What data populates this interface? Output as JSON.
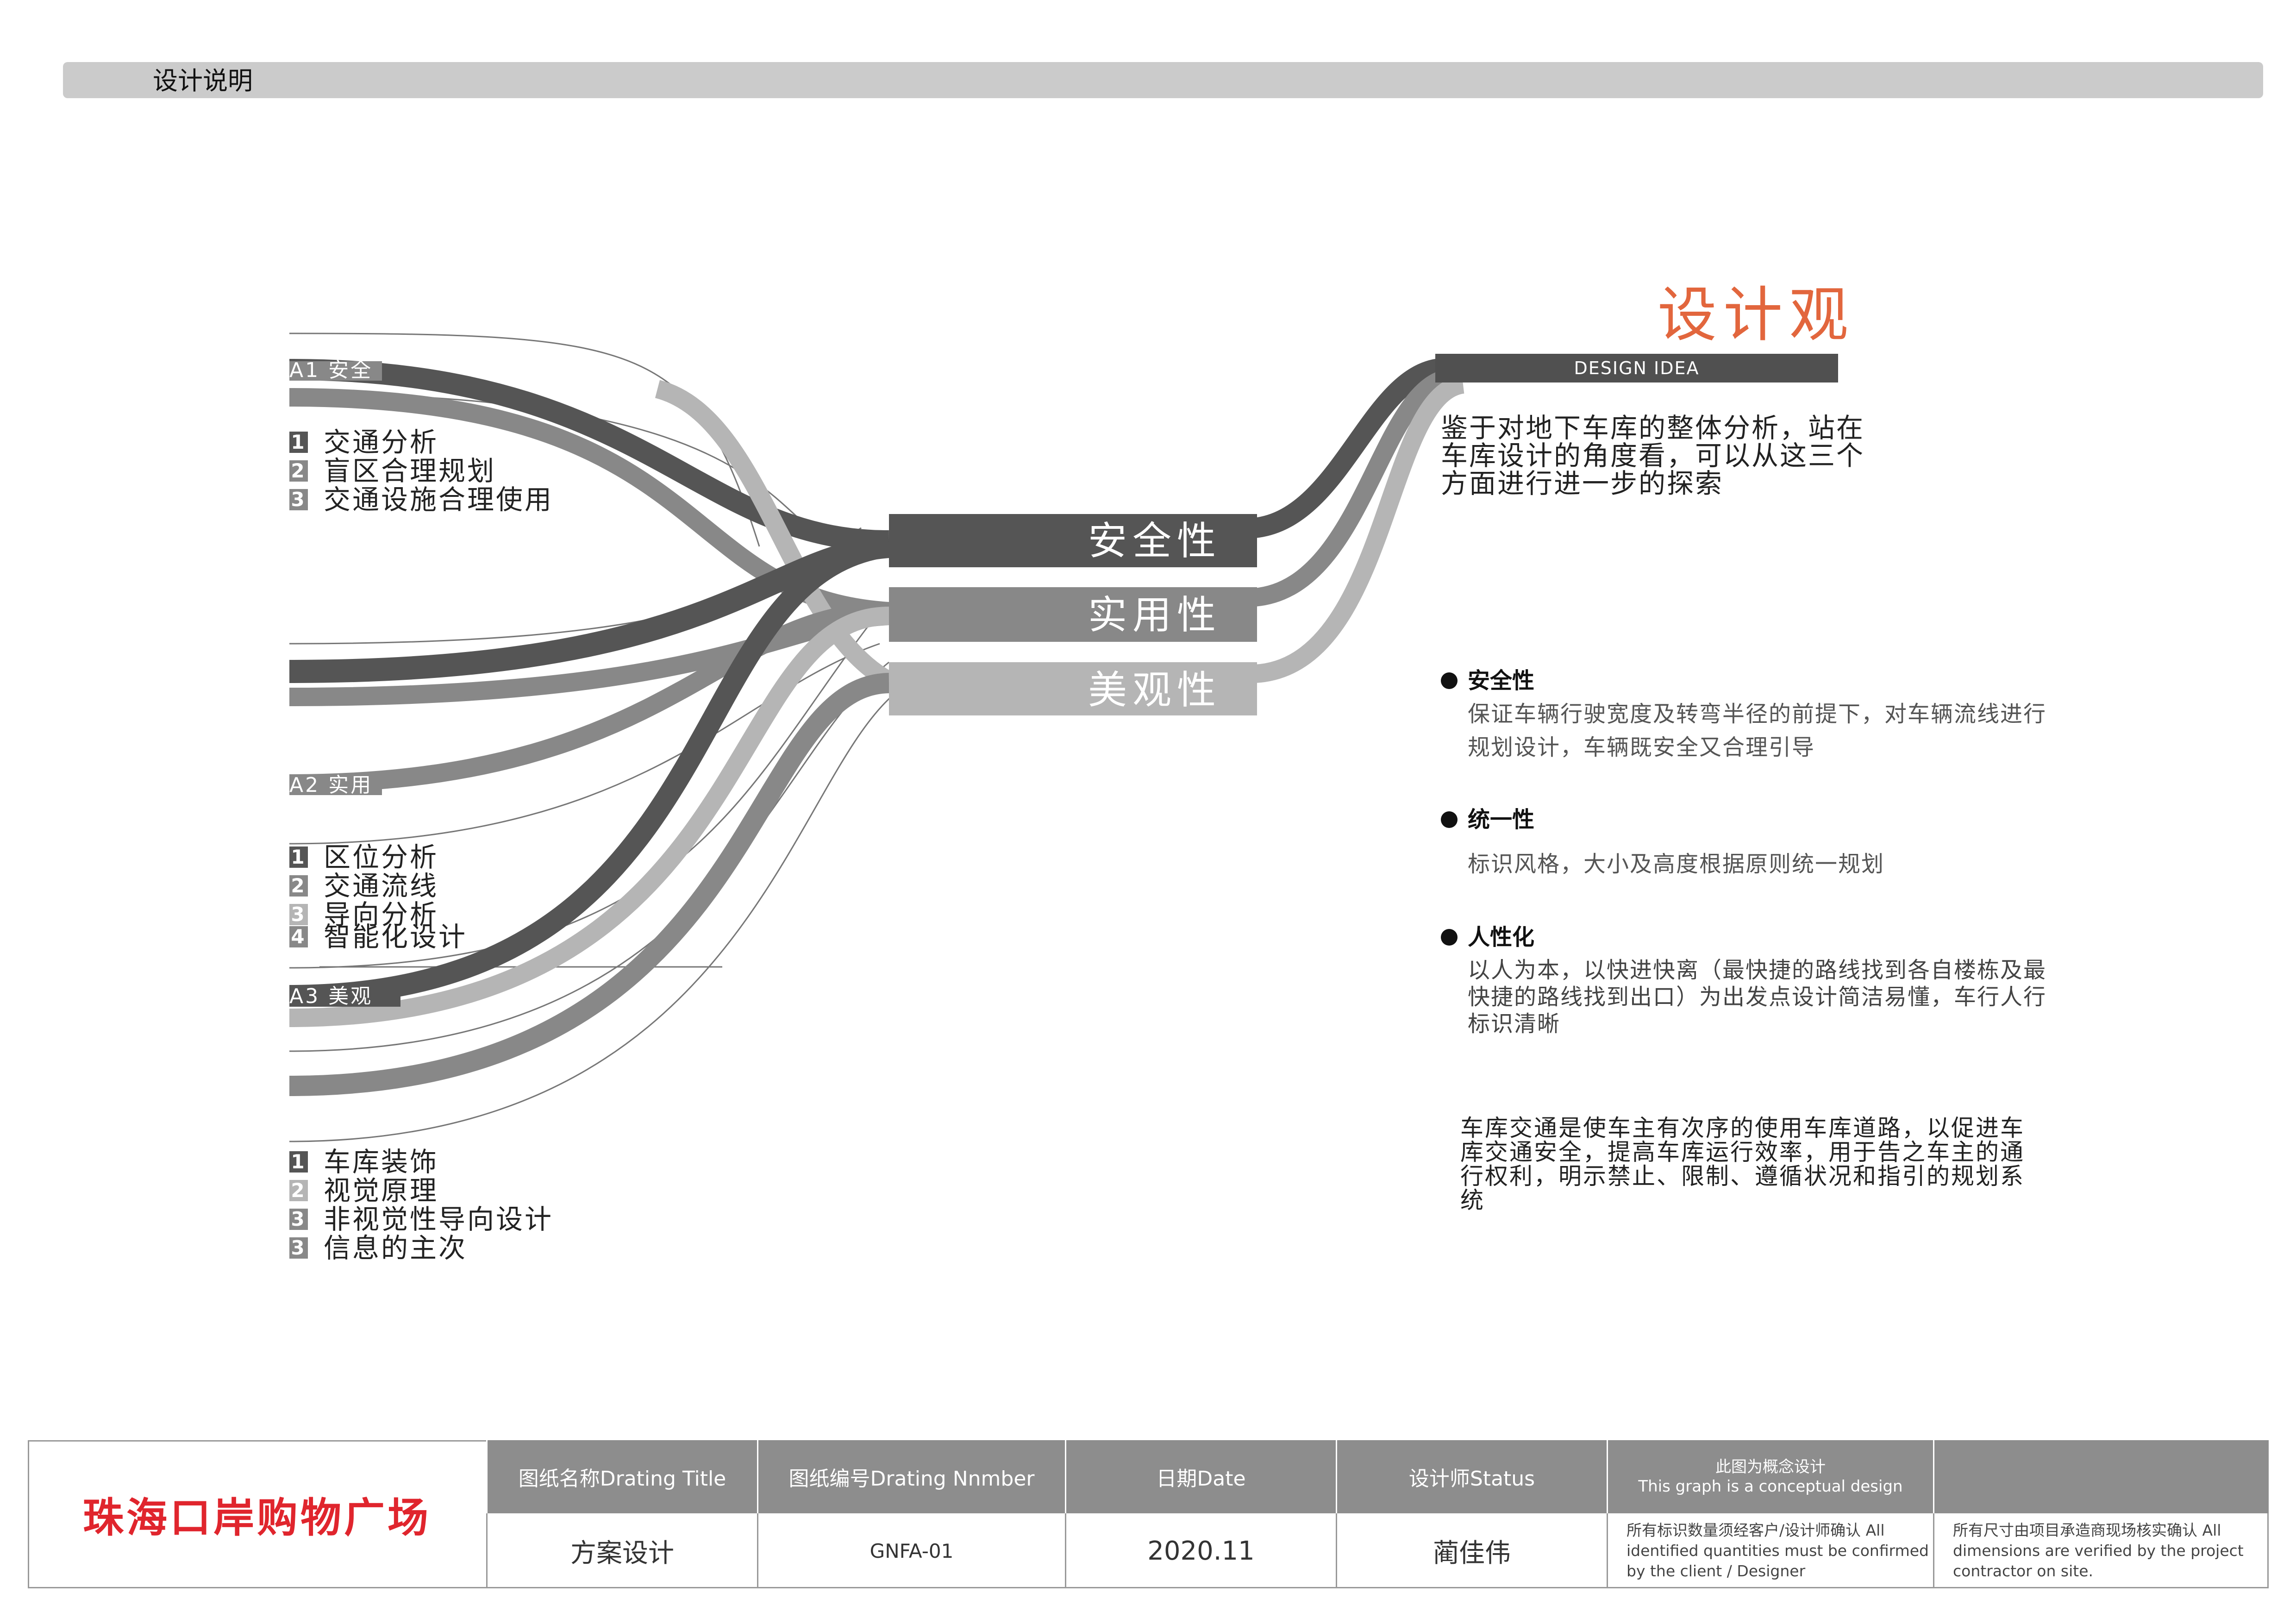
{
  "header": {
    "title": "设计说明"
  },
  "design_idea": {
    "title": "设计观",
    "subtitle": "DESIGN IDEA",
    "intro": "鉴于对地下车库的整体分析，站在车库设计的角度看，可以从这三个方面进行进一步的探索"
  },
  "categories": [
    {
      "label": "安全性",
      "shade": "dark"
    },
    {
      "label": "实用性",
      "shade": "mid"
    },
    {
      "label": "美观性",
      "shade": "light"
    }
  ],
  "sections": [
    {
      "label": "A1 安全",
      "items": [
        {
          "num": "1",
          "text": "交通分析"
        },
        {
          "num": "2",
          "text": "盲区合理规划"
        },
        {
          "num": "3",
          "text": "交通设施合理使用"
        }
      ]
    },
    {
      "label": "A2 实用",
      "items": [
        {
          "num": "1",
          "text": "区位分析"
        },
        {
          "num": "2",
          "text": "交通流线"
        },
        {
          "num": "3",
          "text": "导向分析"
        },
        {
          "num": "4",
          "text": "智能化设计"
        }
      ]
    },
    {
      "label": "A3 美观",
      "items": [
        {
          "num": "1",
          "text": "车库装饰"
        },
        {
          "num": "2",
          "text": "视觉原理"
        },
        {
          "num": "3",
          "text": "非视觉性导向设计"
        },
        {
          "num": "3",
          "text": "信息的主次"
        }
      ]
    }
  ],
  "principles": [
    {
      "title": "安全性",
      "body": "保证车辆行驶宽度及转弯半径的前提下，对车辆流线进行规划设计，车辆既安全又合理引导"
    },
    {
      "title": "统一性",
      "body": "标识风格，大小及高度根据原则统一规划"
    },
    {
      "title": "人性化",
      "body": "以人为本，以快进快离（最快捷的路线找到各自楼栋及最快捷的路线找到出口）为出发点设计简洁易懂，车行人行标识清晰"
    }
  ],
  "closing": "车库交通是使车主有次序的使用车库道路，以促进车库交通安全，提高车库运行效率，用于告之车主的通行权利，明示禁止、限制、遵循状况和指引的规划系统",
  "title_block": {
    "project_name": "珠海口岸购物广场",
    "col1_head": "图纸名称Drating Title",
    "col1_value": "方案设计",
    "col2_head": "图纸编号Drating Nnmber",
    "col2_value": "GNFA-01",
    "col3_head": "日期Date",
    "col3_value": "2020.11",
    "col4_head": "设计师Status",
    "col4_value": "蔺佳伟",
    "col5_head_line1": "此图为概念设计",
    "col5_head_line2": "This graph is a conceptual design",
    "col5_note": "所有标识数量须经客户/设计师确认 All identified quantities must be confirmed by the client / Designer",
    "col6_note": "所有尺寸由项目承造商现场核实确认 All dimensions are verified by the project contractor on site."
  },
  "colors": {
    "dark": "#555555",
    "mid": "#888888",
    "light": "#b5b5b5",
    "accent": "#e2663d",
    "brand_red": "#e0252d"
  }
}
